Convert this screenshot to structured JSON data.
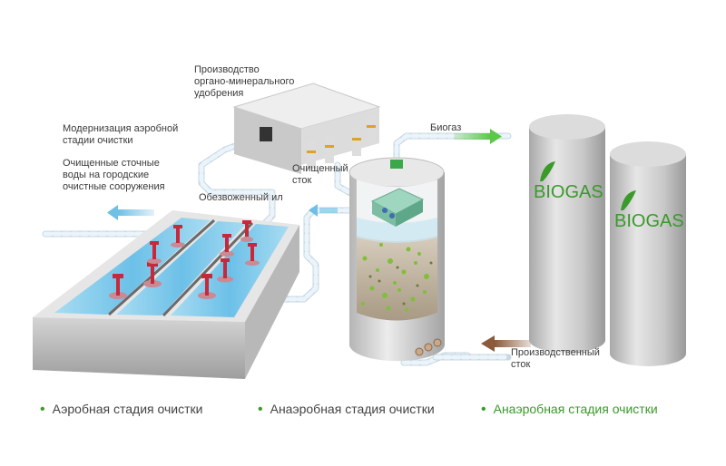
{
  "labels": {
    "fertilizer": [
      "Производство",
      "органо-минерального",
      "удобрения"
    ],
    "modernization": [
      "Модернизация аэробной",
      "стадии очистки"
    ],
    "cleaned_water": [
      "Очищенные сточные",
      "воды на городские",
      "очистные сооружения"
    ],
    "dewatered_sludge": "Обезвоженный ил",
    "purified_flow": [
      "Очищенный",
      "сток"
    ],
    "biogas_flow": "Биогаз",
    "industrial_flow": [
      "Производственный",
      "сток"
    ],
    "tank_label_1": "BIOGAS",
    "tank_label_2": "BIOGAS"
  },
  "legend": [
    {
      "text": "Аэробная стадия очистки",
      "color": "#444444"
    },
    {
      "text": "Анаэробная стадия очистки",
      "color": "#444444"
    },
    {
      "text": "Анаэробная стадия очистки",
      "color": "#3a9a2a"
    }
  ],
  "colors": {
    "pipe_light": "#e9f3f8",
    "pipe_dash": "#9fc3d6",
    "water": "#7cc6e8",
    "tank": "#bcbcbc",
    "bolt": "#c7283a",
    "biogas_text": "#3a9a2a",
    "arrow_blue": "#6fbfe6",
    "arrow_green": "#5cc84a",
    "arrow_brown": "#8a5a3a"
  }
}
